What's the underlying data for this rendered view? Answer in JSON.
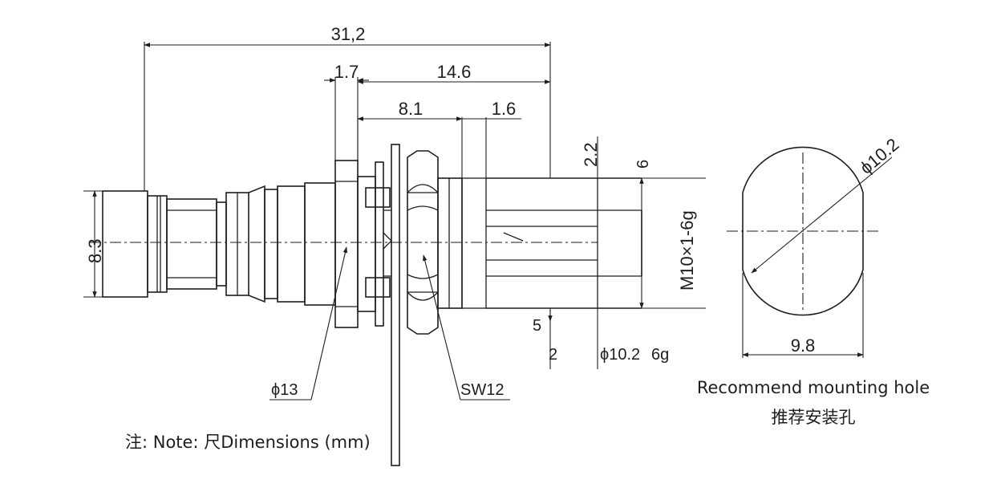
{
  "dimensions": {
    "overall_length": "31,2",
    "flange_thickness": "1.7",
    "thread_length": "14.6",
    "body_length": "8.1",
    "step_length": "1.6",
    "pin_offset": "2.2",
    "small_mark": "6",
    "cable_diameter": "8.3",
    "thread_spec": "M10×1-6g",
    "dim_5": "5",
    "dim_2": "2",
    "thread_diameter": "ϕ10.2",
    "thread_diameter_suffix": "6g",
    "flange_diameter": "ϕ13",
    "wrench_size": "SW12"
  },
  "mounting_hole": {
    "diameter": "ϕ10.2",
    "flat_width": "9.8",
    "caption_en": "Recommend mounting hole",
    "caption_cn": "推荐安装孔"
  },
  "note": {
    "label": "注: Note: 尺Dimensions (mm)"
  }
}
